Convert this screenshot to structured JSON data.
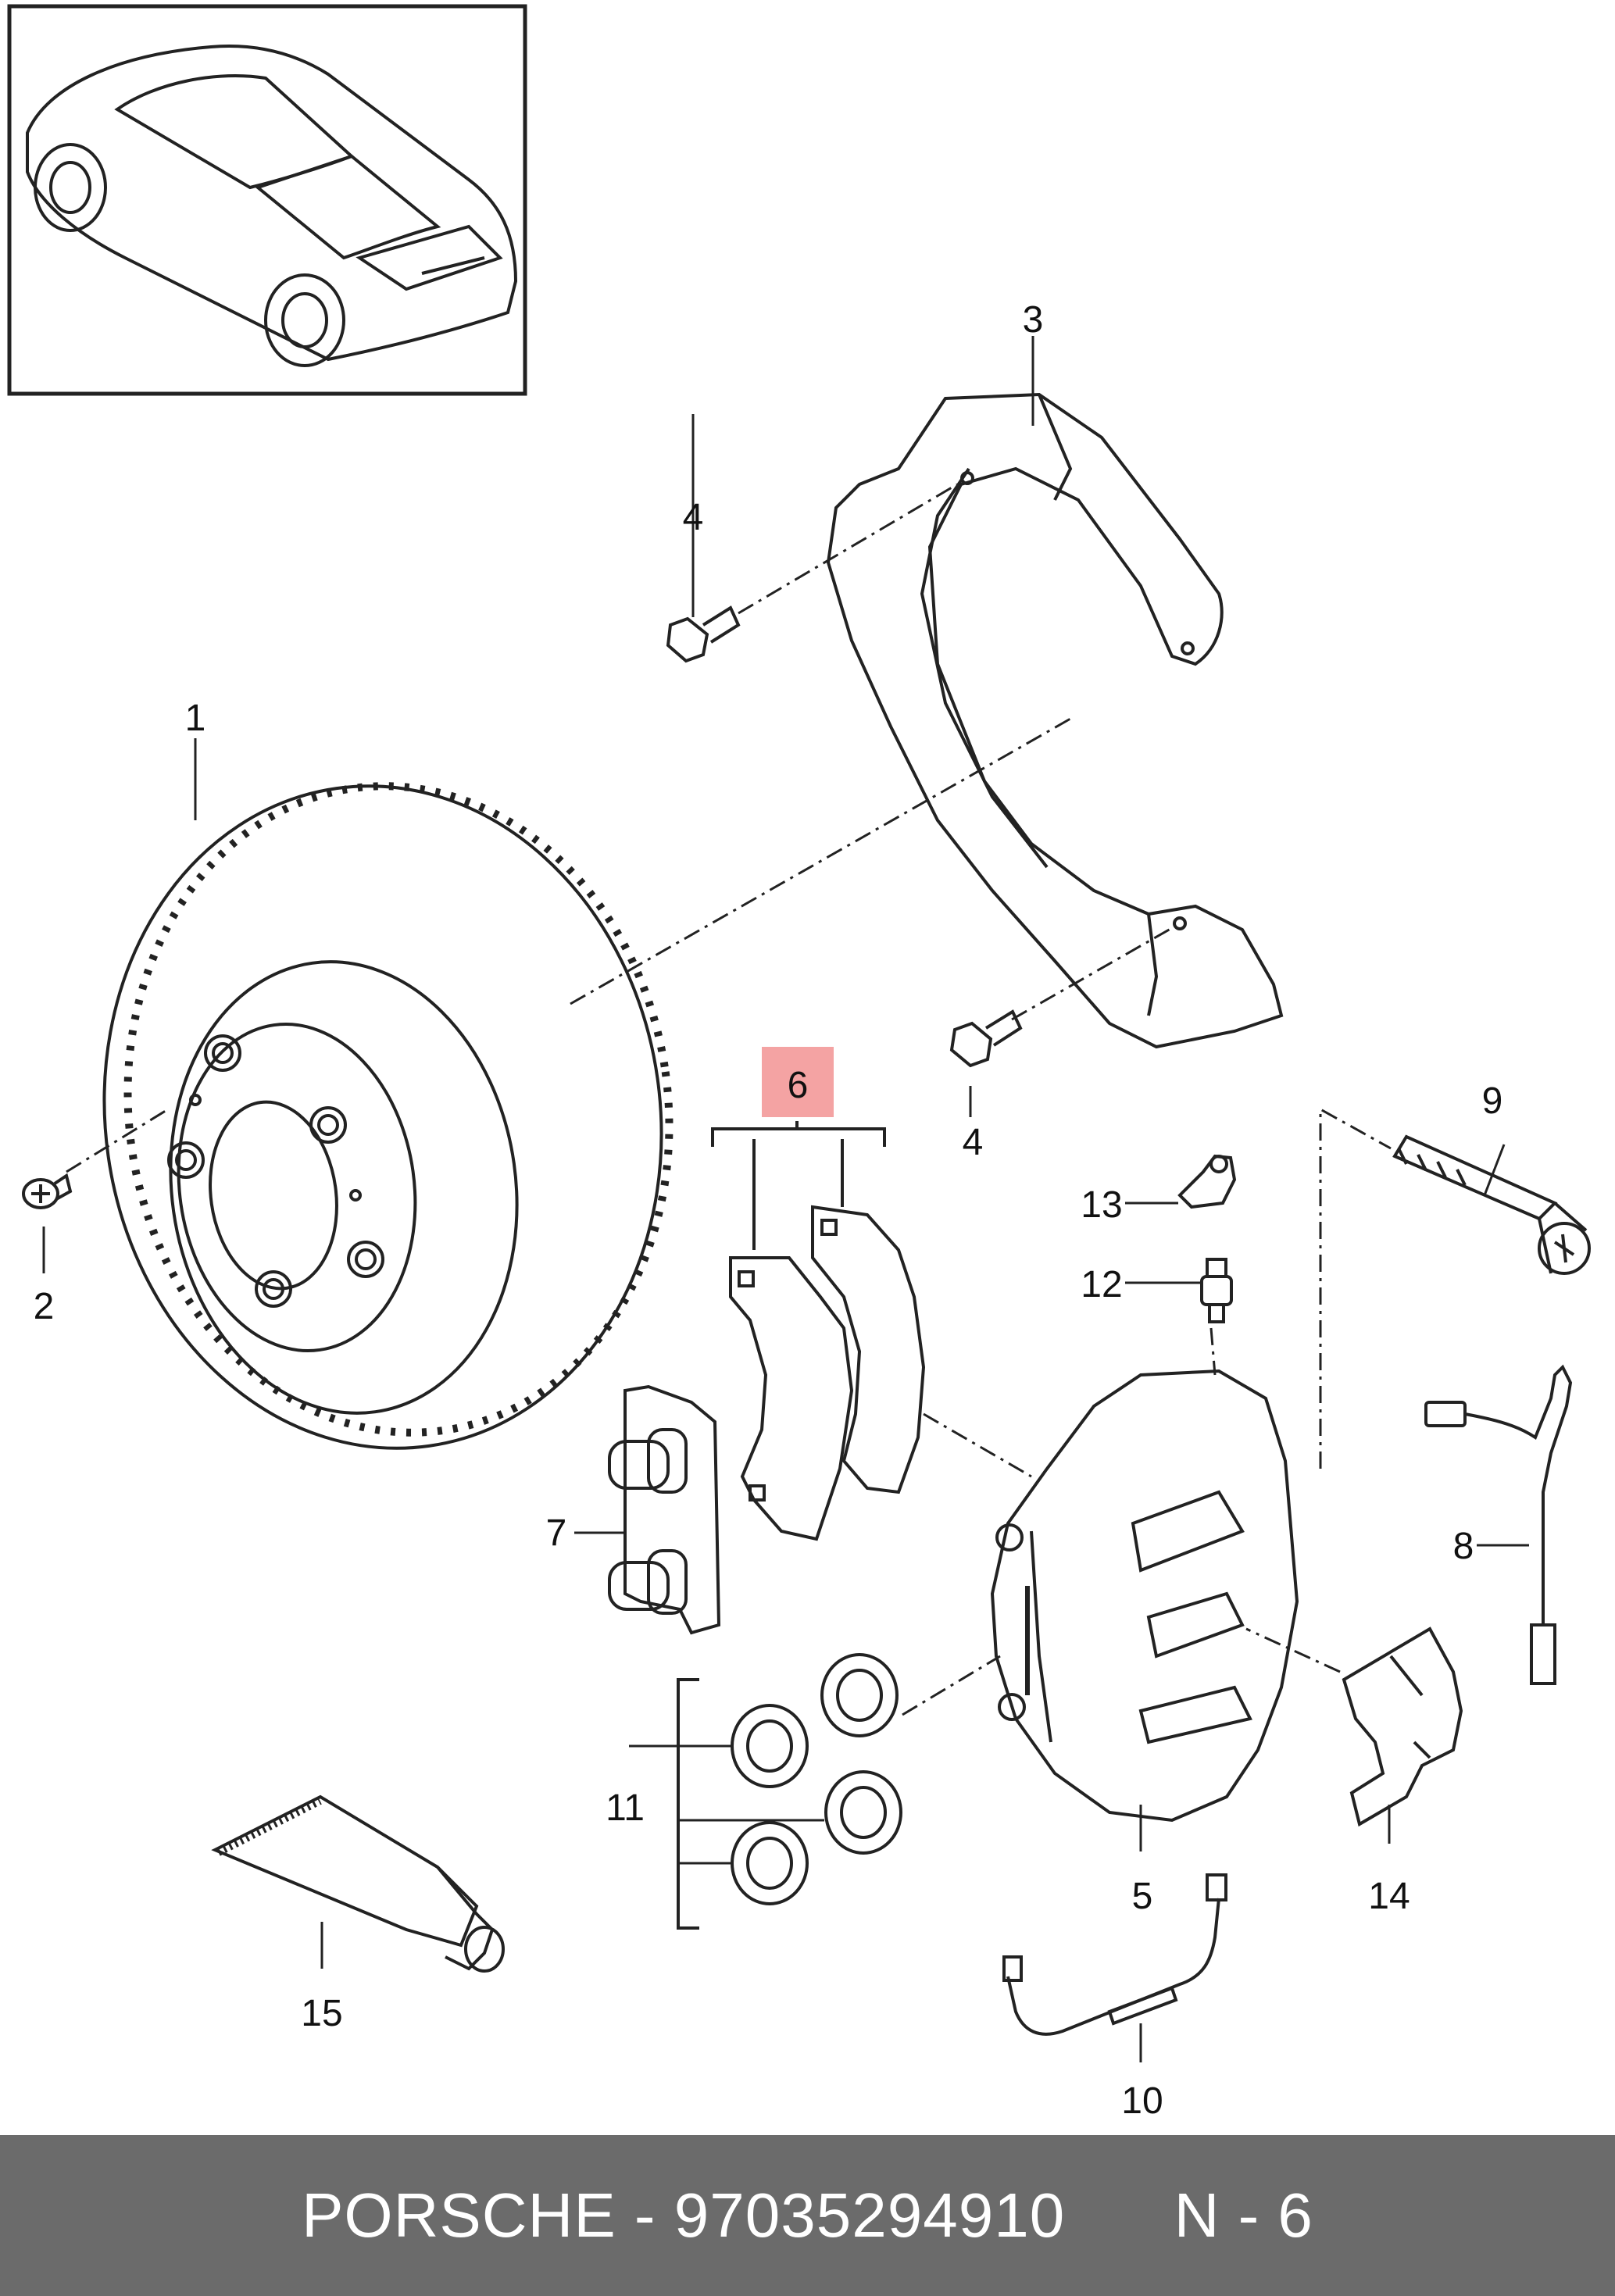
{
  "callouts": {
    "c1": "1",
    "c2": "2",
    "c3": "3",
    "c4a": "4",
    "c4b": "4",
    "c5": "5",
    "c6": "6",
    "c7": "7",
    "c8": "8",
    "c9": "9",
    "c10": "10",
    "c11": "11",
    "c12": "12",
    "c13": "13",
    "c14": "14",
    "c15": "15"
  },
  "highlight_color": "#f4a3a3",
  "footer": {
    "brand": "PORSCHE",
    "separator": " - ",
    "part_number": "97035294910",
    "diagram_ref": "N - 6"
  }
}
